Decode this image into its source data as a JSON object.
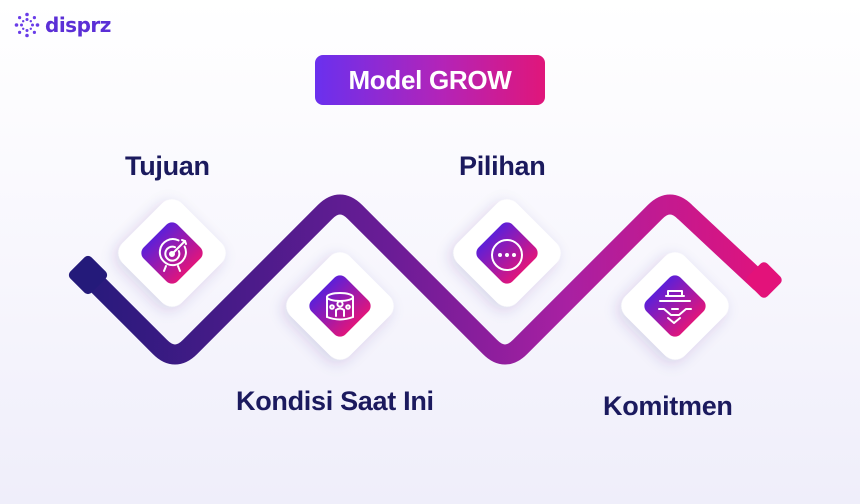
{
  "brand": {
    "name": "disprz"
  },
  "title": "Model GROW",
  "steps": [
    {
      "label": "Tujuan",
      "icon": "target-icon"
    },
    {
      "label": "Kondisi Saat Ini",
      "icon": "group-circle-icon"
    },
    {
      "label": "Pilihan",
      "icon": "options-dots-icon"
    },
    {
      "label": "Komitmen",
      "icon": "handshake-icon"
    }
  ],
  "colors": {
    "path_start": "#241a7a",
    "path_mid": "#a020a0",
    "path_end": "#e3127a",
    "icon_gradient_start": "#5d1fd8",
    "icon_gradient_end": "#e0157c",
    "label_color": "#1b1a5e"
  }
}
